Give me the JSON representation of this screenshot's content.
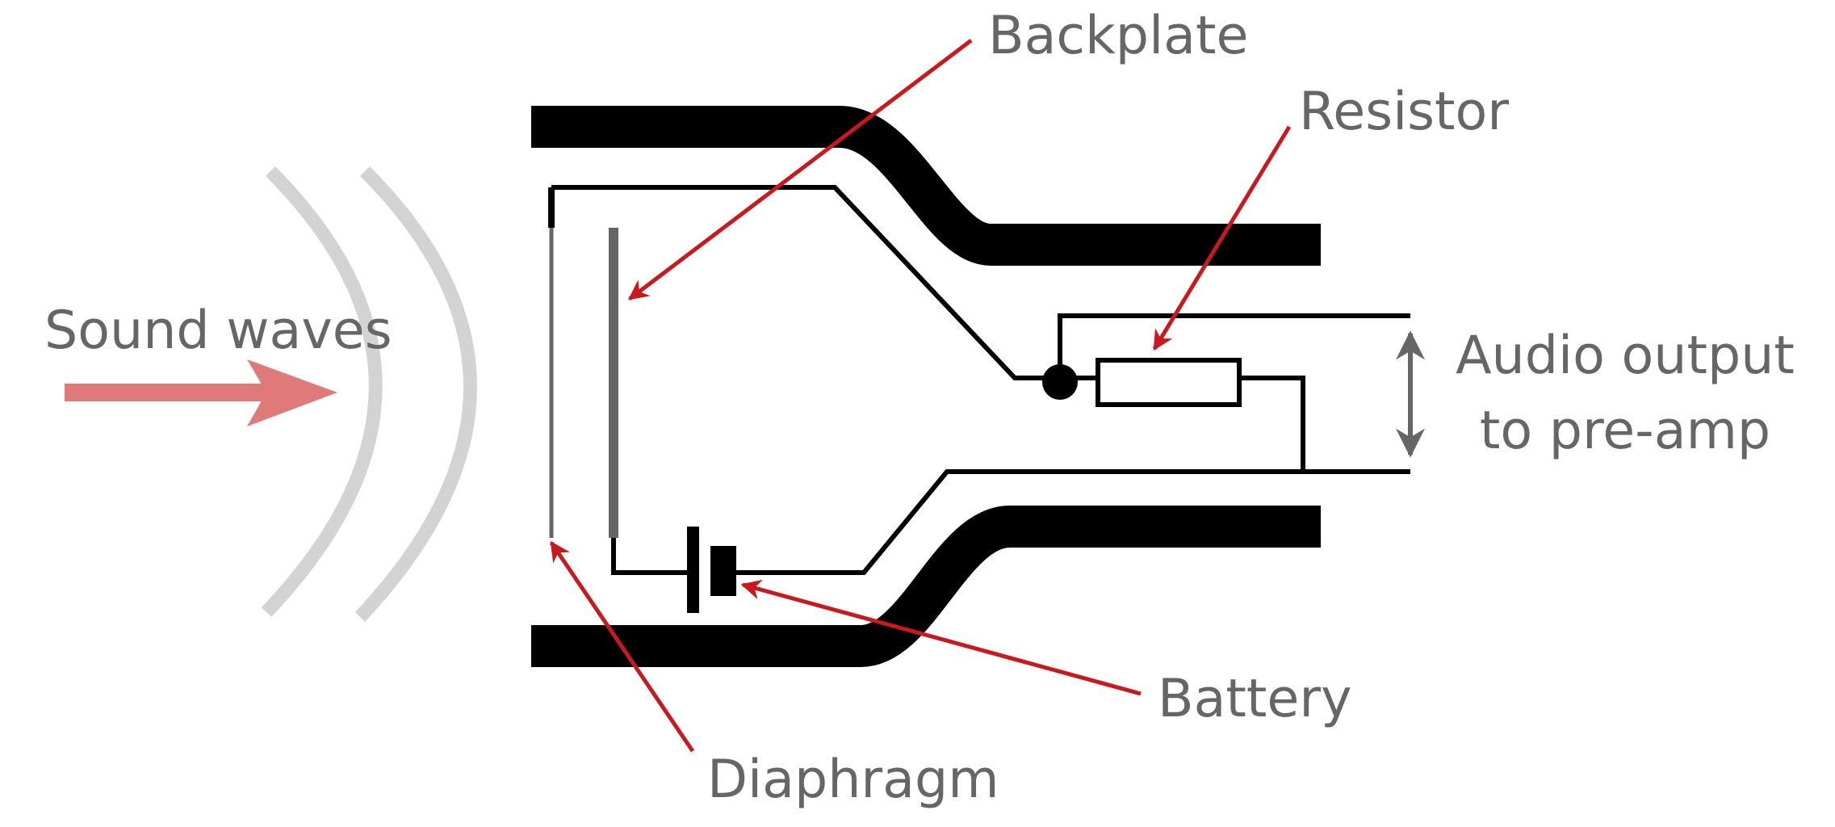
{
  "labels": {
    "sound_waves": "Sound waves",
    "backplate": "Backplate",
    "resistor": "Resistor",
    "audio_output_line1": "Audio output",
    "audio_output_line2": "to pre-amp",
    "battery": "Battery",
    "diaphragm": "Diaphragm"
  },
  "colors": {
    "housing": "#000000",
    "wire": "#000000",
    "label_text": "#666666",
    "pointer_arrow": "#c8191e",
    "sound_arrow": "#e07a7a",
    "sound_wave": "#d3d3d3",
    "plates": "#666666"
  }
}
